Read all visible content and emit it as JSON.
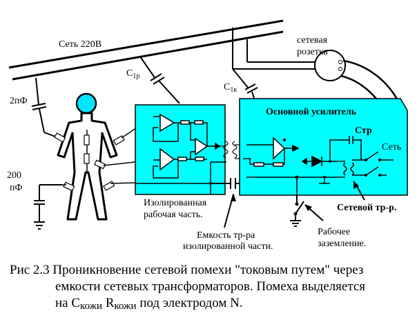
{
  "diagram": {
    "mains_label": "Сеть 220В",
    "socket_label_line1": "сетевая",
    "socket_label_line2": "розетка",
    "cap_2pf_label": "2пФ",
    "cap_200pf_line1": "200",
    "cap_200pf_line2": "пФ",
    "c1p_label": "C",
    "c1p_sub": "1р",
    "c1k_label": "C",
    "c1k_sub": "1к",
    "isolated_part_line1": "Изолированная",
    "isolated_part_line2": "рабочая часть.",
    "main_amp_title": "Основной усилитель",
    "ctr_label": "Стр",
    "mains_switch_label": "Сеть",
    "mains_transformer_label": "Сетевой тр-р.",
    "iso_cap_line1": "Емкость тр-ра",
    "iso_cap_line2": "изолированной  части.",
    "work_ground_line1": "Рабочее",
    "work_ground_line2": "заземление.",
    "colors": {
      "block_fill": "#00ffff",
      "head_fill": "#00e5ff",
      "stroke": "#000000"
    }
  },
  "caption": {
    "prefix": "Рис 2.3 ",
    "line1": "Проникновение сетевой помехи \"токовым путем\"  через",
    "line2": "емкости сетевых трансформаторов. Помеха выделяется",
    "line3_pre": "на C",
    "line3_sub1": "кожи",
    "line3_mid": " R",
    "line3_sub2": "кожи",
    "line3_post": "  под электродом N."
  }
}
